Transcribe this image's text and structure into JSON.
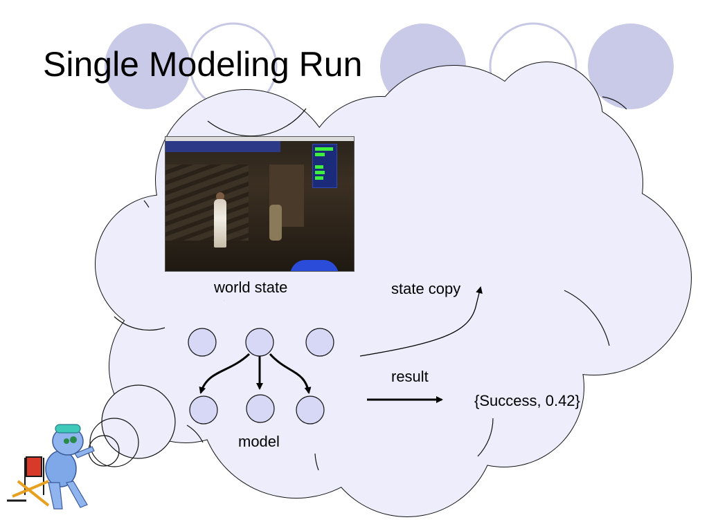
{
  "slide": {
    "title": "Single Modeling Run",
    "labels": {
      "world_state": "world state",
      "state_copy": "state copy",
      "result": "result",
      "result_value": "{Success, 0.42}",
      "model": "model"
    }
  },
  "colors": {
    "decor_circle_fill": "#c9c9e8",
    "decor_circle_outline": "#c7c7e6",
    "cloud_fill": "#ededfc",
    "cloud_stroke": "#111111",
    "node_fill": "#d6d8f6",
    "node_stroke": "#111111"
  },
  "icons": {
    "mascot": "robot-director-chair-icon",
    "arrow": "arrow-right-icon"
  }
}
